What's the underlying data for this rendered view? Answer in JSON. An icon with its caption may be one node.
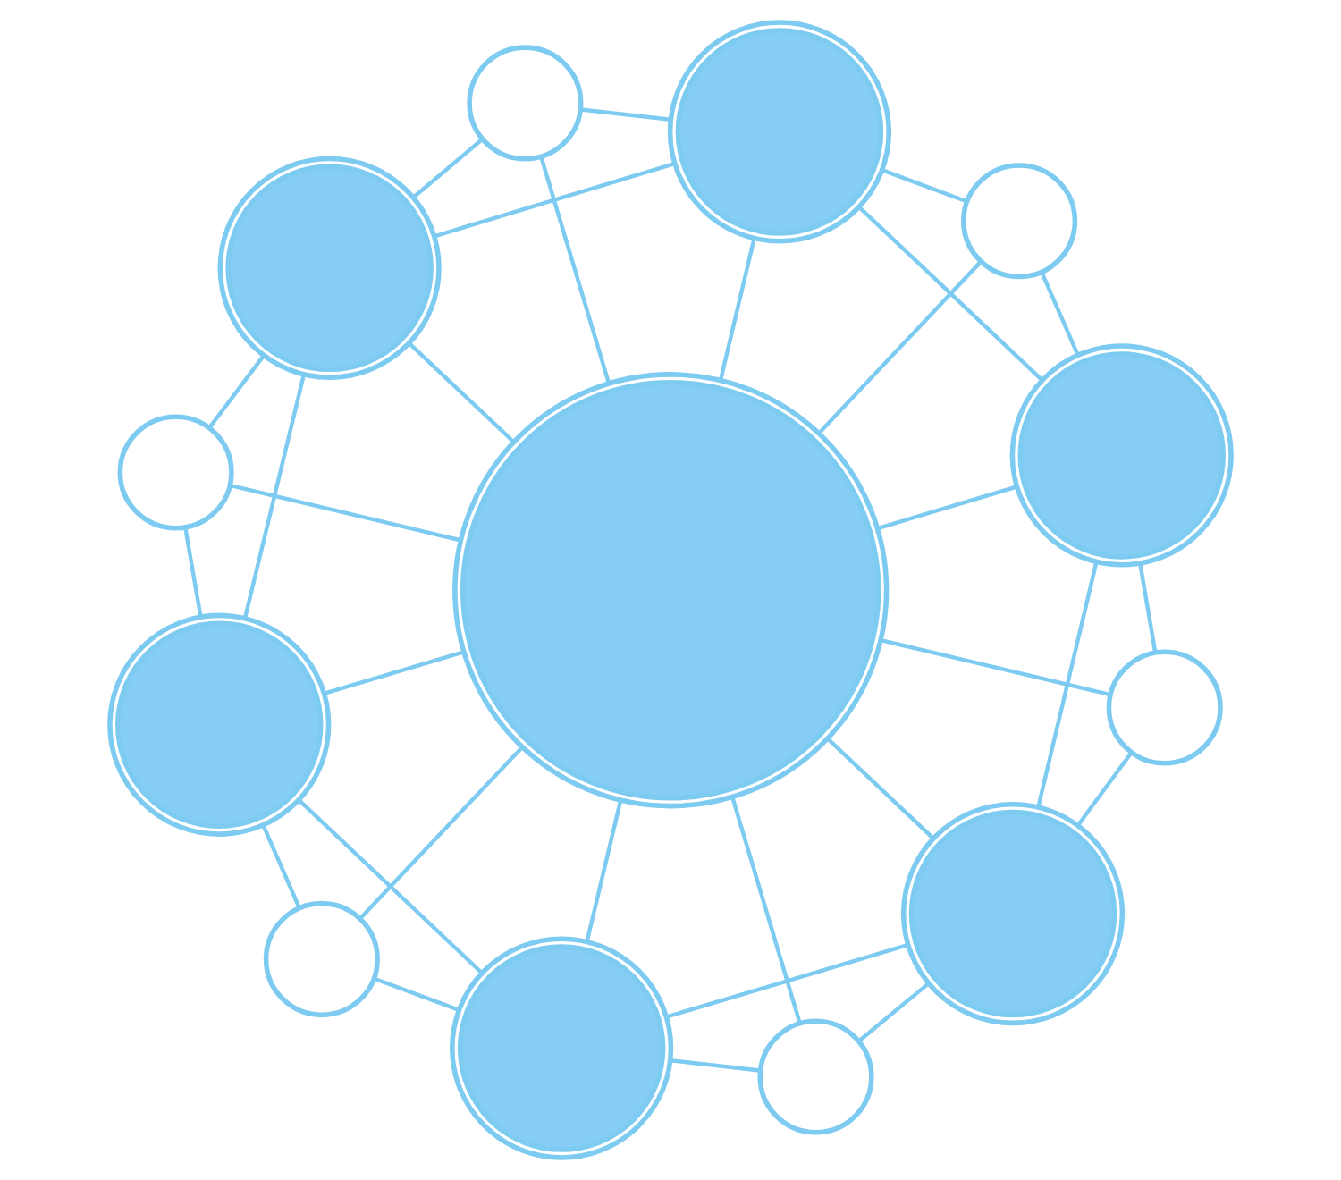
{
  "diagram": {
    "nodes": [
      {
        "text": [],
        "shape": "circle"
      },
      {
        "text": [],
        "shape": "circle"
      },
      {
        "text": [],
        "shape": "circle"
      },
      {
        "text": [],
        "shape": "circle"
      },
      {
        "text": [],
        "shape": "circle"
      },
      {
        "text": [],
        "shape": "circle"
      },
      {
        "text": [],
        "shape": "circle"
      },
      {
        "text": [],
        "shape": "circle"
      },
      {
        "text": [],
        "shape": "circle"
      },
      {
        "text": [],
        "shape": "circle"
      },
      {
        "text": [],
        "shape": "circle"
      },
      {
        "text": [],
        "shape": "circle"
      },
      {
        "text": [],
        "shape": "circle"
      }
    ],
    "edges": [
      {
        "from": 1,
        "to": 0,
        "arrow": "none"
      },
      {
        "from": 0,
        "to": 2,
        "arrow": "none"
      },
      {
        "from": 1,
        "to": 2,
        "arrow": "none"
      },
      {
        "from": 0,
        "to": 5,
        "arrow": "none"
      },
      {
        "from": 3,
        "to": 1,
        "arrow": "none"
      },
      {
        "from": 2,
        "to": 4,
        "arrow": "none"
      },
      {
        "from": 1,
        "to": 5,
        "arrow": "none"
      },
      {
        "from": 2,
        "to": 5,
        "arrow": "none"
      },
      {
        "from": 1,
        "to": 6,
        "arrow": "none"
      },
      {
        "from": 2,
        "to": 7,
        "arrow": "none"
      },
      {
        "from": 3,
        "to": 5,
        "arrow": "none"
      },
      {
        "from": 4,
        "to": 5,
        "arrow": "none"
      },
      {
        "from": 3,
        "to": 6,
        "arrow": "none"
      },
      {
        "from": 4,
        "to": 7,
        "arrow": "none"
      },
      {
        "from": 6,
        "to": 5,
        "arrow": "none"
      },
      {
        "from": 5,
        "to": 7,
        "arrow": "none"
      },
      {
        "from": 6,
        "to": 8,
        "arrow": "none"
      },
      {
        "from": 7,
        "to": 9,
        "arrow": "none"
      },
      {
        "from": 8,
        "to": 5,
        "arrow": "none"
      },
      {
        "from": 5,
        "to": 9,
        "arrow": "none"
      },
      {
        "from": 6,
        "to": 10,
        "arrow": "none"
      },
      {
        "from": 7,
        "to": 11,
        "arrow": "none"
      },
      {
        "from": 8,
        "to": 10,
        "arrow": "none"
      },
      {
        "from": 9,
        "to": 11,
        "arrow": "none"
      },
      {
        "from": 10,
        "to": 5,
        "arrow": "none"
      },
      {
        "from": 5,
        "to": 11,
        "arrow": "none"
      },
      {
        "from": 10,
        "to": 11,
        "arrow": "none"
      },
      {
        "from": 5,
        "to": 12,
        "arrow": "none"
      },
      {
        "from": 10,
        "to": 12,
        "arrow": "none"
      },
      {
        "from": 11,
        "to": 12,
        "arrow": "none"
      }
    ]
  }
}
